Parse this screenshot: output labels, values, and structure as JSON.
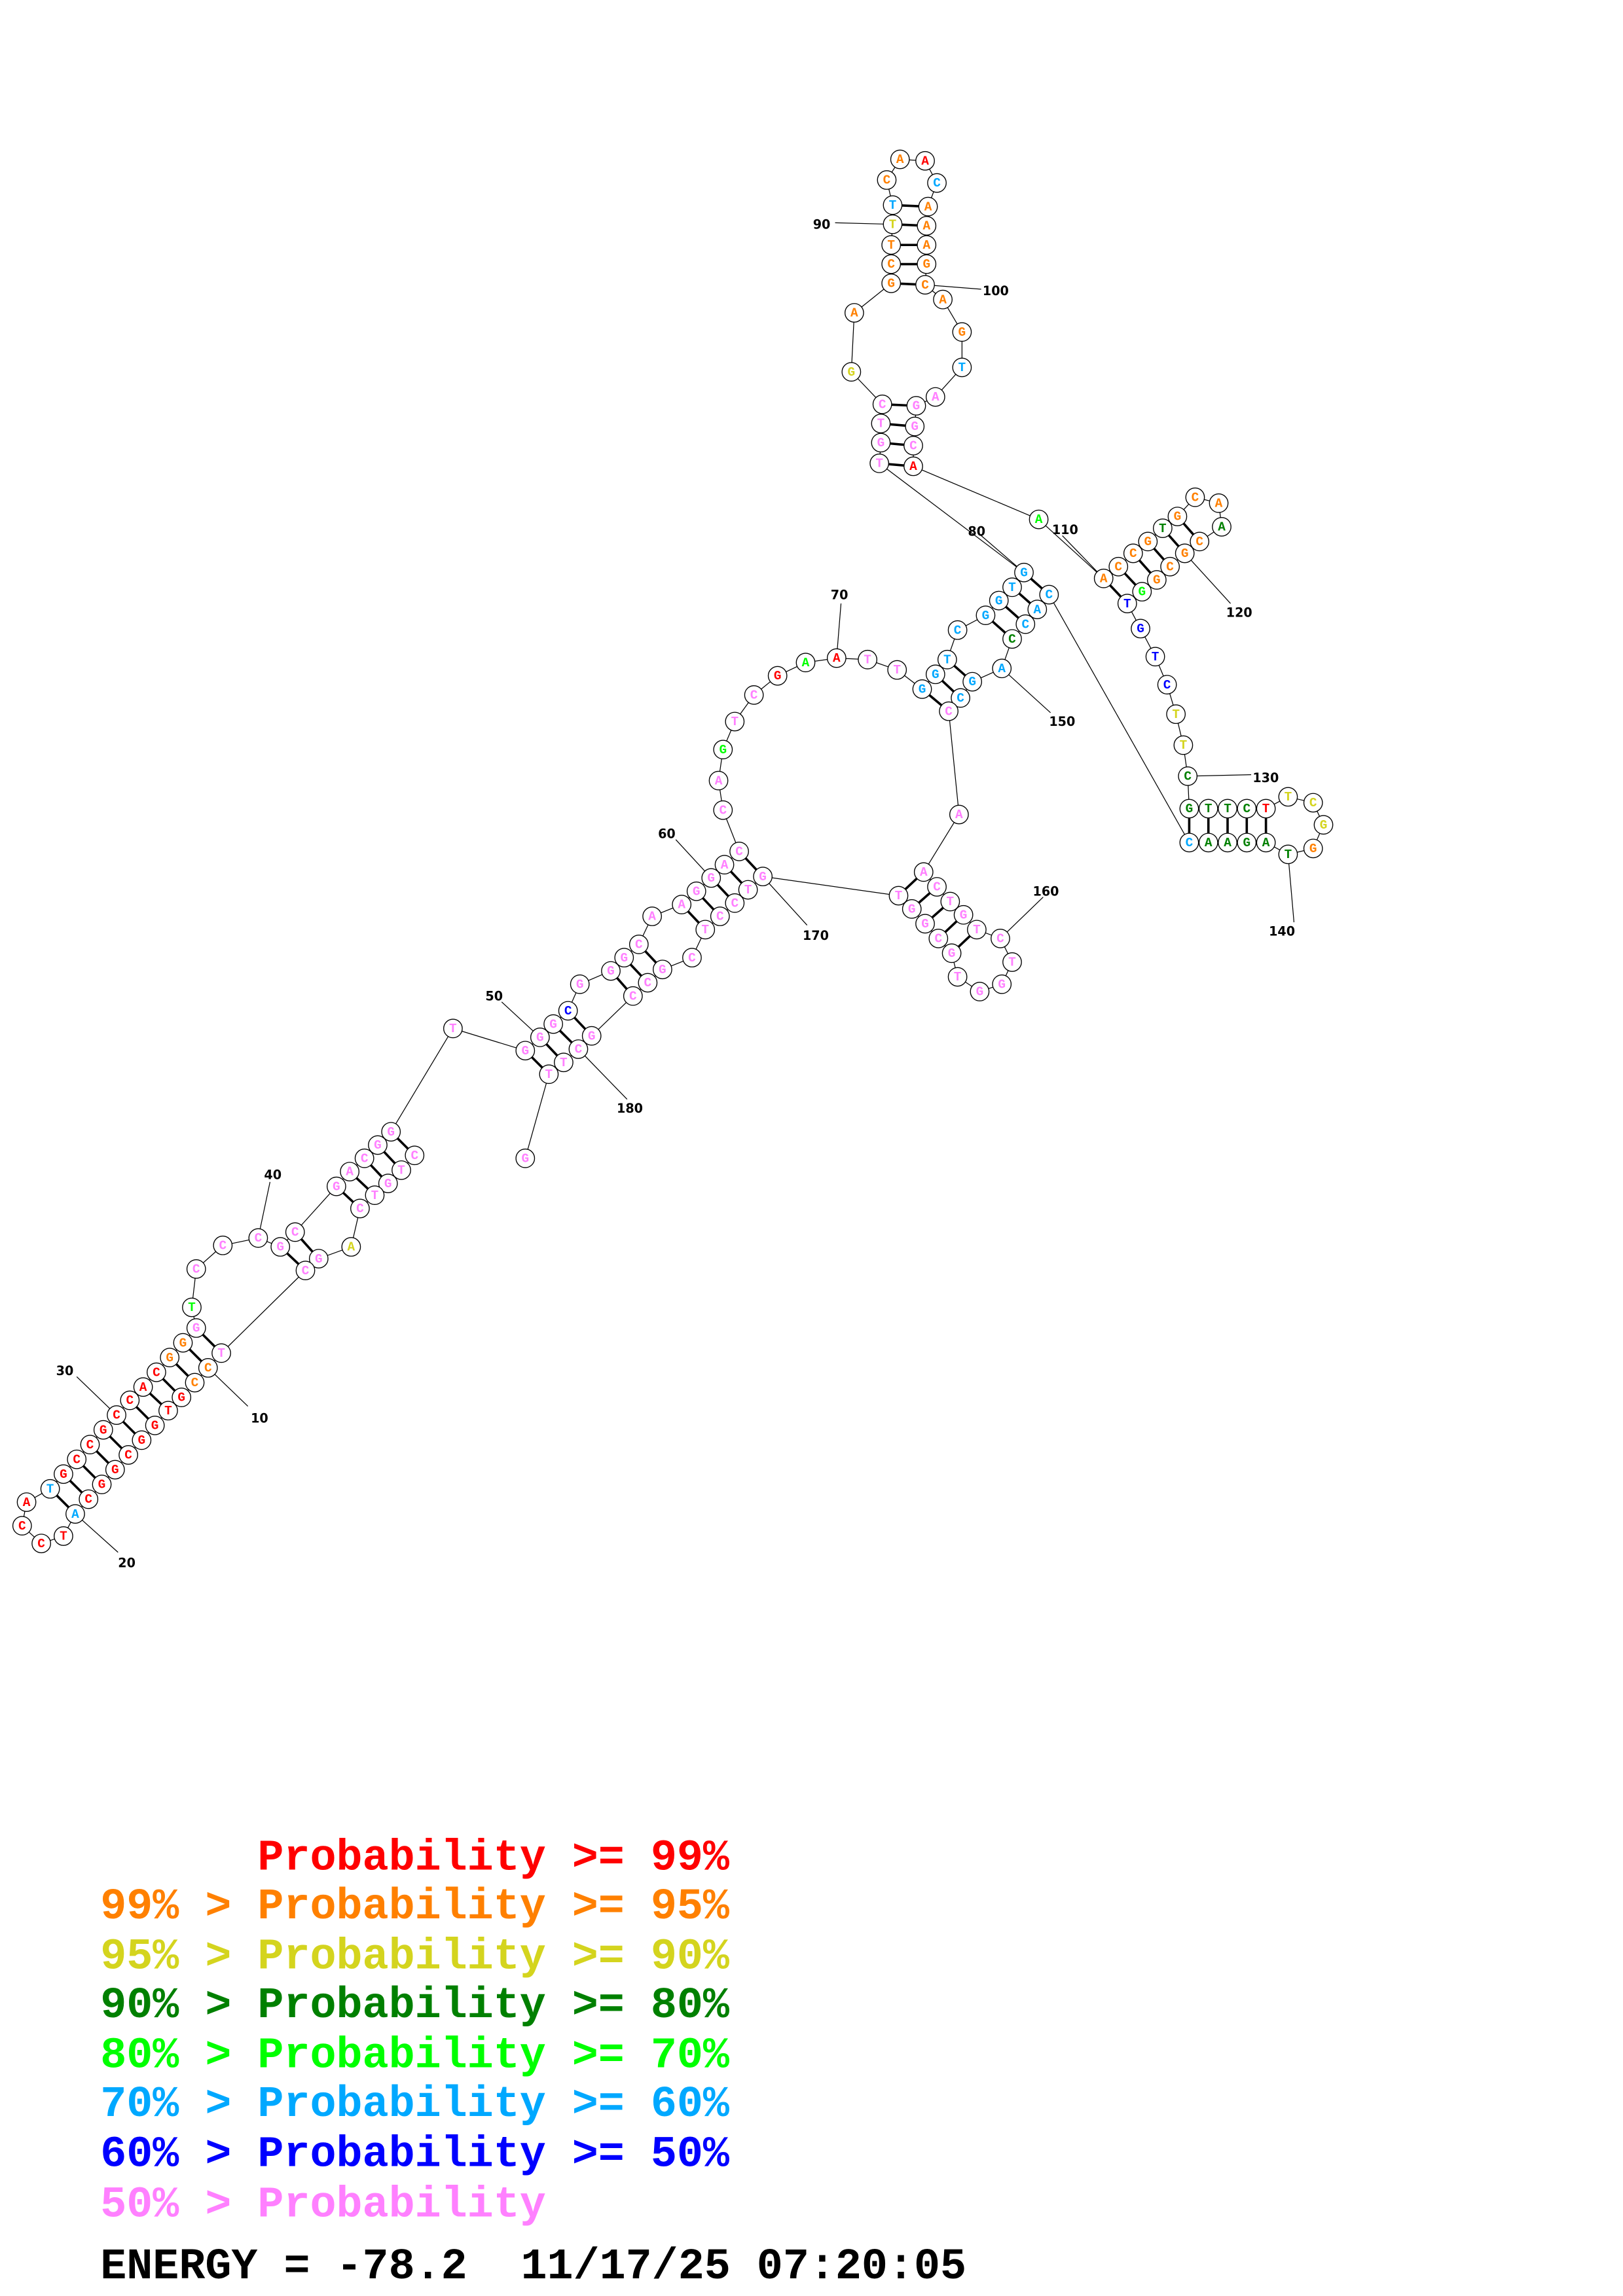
{
  "structure": {
    "sequence": "CTGTCAGCTCCGTGGCGGCATCCATGCCGCCACGGGTCCCGCGACGGTGGGCGGGCAAGGACCAGTCGAATTGGTCGGTGTGTCGAGCTTTCAACAAAGCAGTAGGCAAACCGTGCAACGCGGTGTCTTCGTTCTTCGGTAGAACCACCAGCCAACTGTCTGGTGCGGTGTCCTCGCCGCTTG",
    "probability_class": "7777727771100000000500005000000001174777777777777776777777777777477040775555555577772111125110511111115777704111131113111146666223333302221333335555355577777777777777777777777777777777772",
    "pairs": [
      [
        1,
        47
      ],
      [
        2,
        46
      ],
      [
        3,
        45
      ],
      [
        4,
        44
      ],
      [
        5,
        43
      ],
      [
        7,
        42
      ],
      [
        8,
        41
      ],
      [
        9,
        36
      ],
      [
        10,
        35
      ],
      [
        11,
        34
      ],
      [
        12,
        33
      ],
      [
        13,
        32
      ],
      [
        14,
        31
      ],
      [
        15,
        30
      ],
      [
        16,
        29
      ],
      [
        17,
        28
      ],
      [
        18,
        27
      ],
      [
        19,
        26
      ],
      [
        20,
        25
      ],
      [
        49,
        182
      ],
      [
        50,
        181
      ],
      [
        51,
        180
      ],
      [
        52,
        179
      ],
      [
        54,
        178
      ],
      [
        55,
        177
      ],
      [
        56,
        176
      ],
      [
        58,
        174
      ],
      [
        59,
        173
      ],
      [
        60,
        172
      ],
      [
        61,
        171
      ],
      [
        62,
        170
      ],
      [
        73,
        153
      ],
      [
        74,
        152
      ],
      [
        75,
        151
      ],
      [
        77,
        149
      ],
      [
        78,
        148
      ],
      [
        79,
        147
      ],
      [
        80,
        146
      ],
      [
        81,
        108
      ],
      [
        82,
        107
      ],
      [
        83,
        106
      ],
      [
        84,
        105
      ],
      [
        87,
        100
      ],
      [
        88,
        99
      ],
      [
        89,
        98
      ],
      [
        90,
        97
      ],
      [
        91,
        96
      ],
      [
        110,
        124
      ],
      [
        111,
        123
      ],
      [
        112,
        122
      ],
      [
        113,
        121
      ],
      [
        114,
        120
      ],
      [
        115,
        119
      ],
      [
        131,
        145
      ],
      [
        132,
        144
      ],
      [
        133,
        143
      ],
      [
        134,
        142
      ],
      [
        135,
        141
      ],
      [
        155,
        169
      ],
      [
        156,
        168
      ],
      [
        157,
        167
      ],
      [
        158,
        166
      ],
      [
        159,
        165
      ]
    ],
    "position_labels": [
      "10",
      "20",
      "30",
      "40",
      "50",
      "60",
      "70",
      "80",
      "90",
      "100",
      "110",
      "120",
      "130",
      "140",
      "150",
      "160",
      "170",
      "180"
    ]
  },
  "legend": {
    "colors": [
      "#ff0000",
      "#ff8000",
      "#d4d41e",
      "#008000",
      "#00ff00",
      "#00a8ff",
      "#0000ff",
      "#ff80ff"
    ],
    "items": [
      {
        "text": "      Probability >= 99%"
      },
      {
        "text": "99% > Probability >= 95%"
      },
      {
        "text": "95% > Probability >= 90%"
      },
      {
        "text": "90% > Probability >= 80%"
      },
      {
        "text": "80% > Probability >= 70%"
      },
      {
        "text": "70% > Probability >= 60%"
      },
      {
        "text": "60% > Probability >= 50%"
      },
      {
        "text": "50% > Probability"
      }
    ]
  },
  "footer": {
    "energy": "ENERGY = -78.2",
    "timestamp": "11/17/25 07:20:05"
  }
}
